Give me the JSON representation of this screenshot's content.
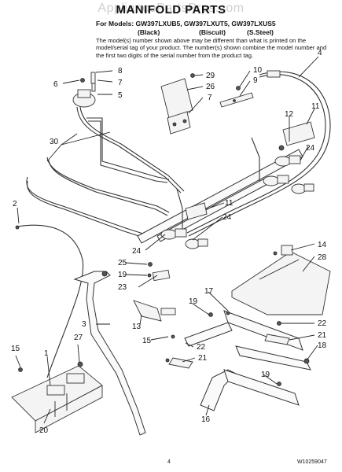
{
  "header": {
    "watermark": "AppliancePartsPros.com",
    "title": "MANIFOLD PARTS",
    "models_line": "For Models: GW397LXUB5, GW397LXUT5, GW397LXUS5",
    "variants": [
      "(Black)",
      "(Biscuit)",
      "(S.Steel)"
    ],
    "note": "The model(s) number shown above may be different than what is printed on the model/serial tag of your product. The number(s) shown combine the model number and the first two digits of the serial number from the product tag."
  },
  "callouts": [
    "1",
    "2",
    "3",
    "4",
    "5",
    "6",
    "7",
    "8",
    "9",
    "10",
    "11",
    "12",
    "13",
    "14",
    "15",
    "16",
    "17",
    "18",
    "19",
    "20",
    "21",
    "22",
    "23",
    "24",
    "25",
    "26",
    "27",
    "28",
    "29",
    "30"
  ],
  "footer": {
    "page_number": "4",
    "doc_number": "W10259047"
  }
}
